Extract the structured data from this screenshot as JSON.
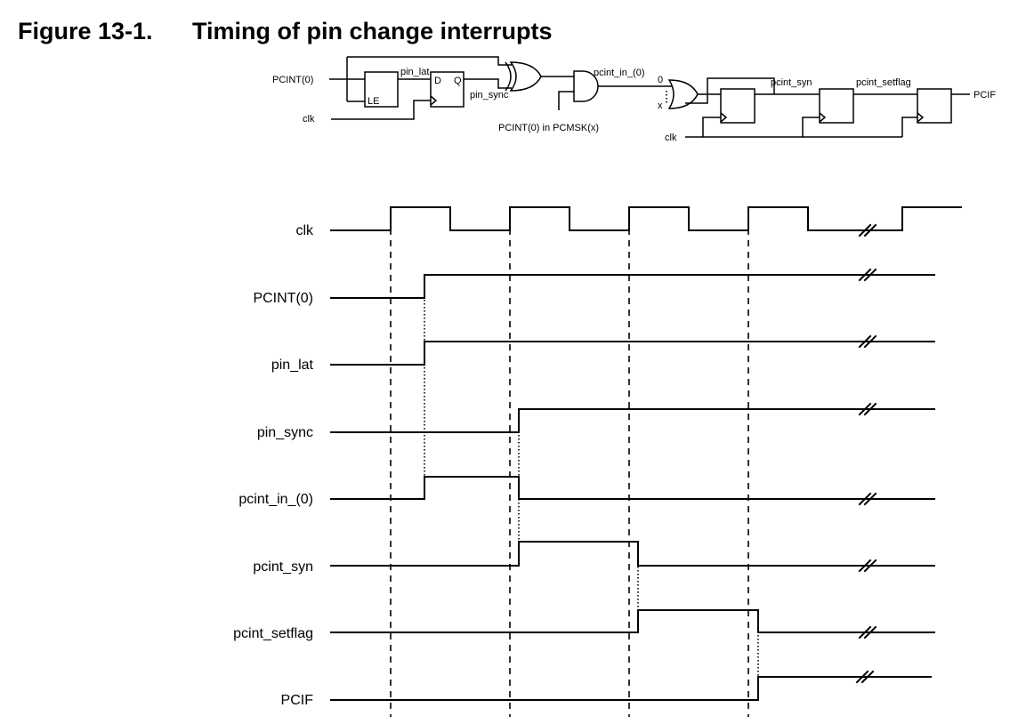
{
  "figure": {
    "number": "Figure 13-1.",
    "title": "Timing of pin change interrupts"
  },
  "schematic": {
    "input_pin": "PCINT(0)",
    "clock": "clk",
    "latch_enable": "LE",
    "ff_d": "D",
    "ff_q": "Q",
    "net_pin_lat": "pin_lat",
    "net_pin_sync": "pin_sync",
    "net_pcint_in": "pcint_in_(0)",
    "mask_label": "PCINT(0) in PCMSK(x)",
    "or_input_0": "0",
    "or_input_x": "x",
    "net_pcint_syn": "pcint_syn",
    "net_pcint_setflag": "pcint_setflag",
    "output_flag": "PCIF",
    "clock_bottom": "clk"
  },
  "timing": {
    "signals": [
      "clk",
      "PCINT(0)",
      "pin_lat",
      "pin_sync",
      "pcint_in_(0)",
      "pcint_syn",
      "pcint_setflag",
      "PCIF"
    ]
  }
}
